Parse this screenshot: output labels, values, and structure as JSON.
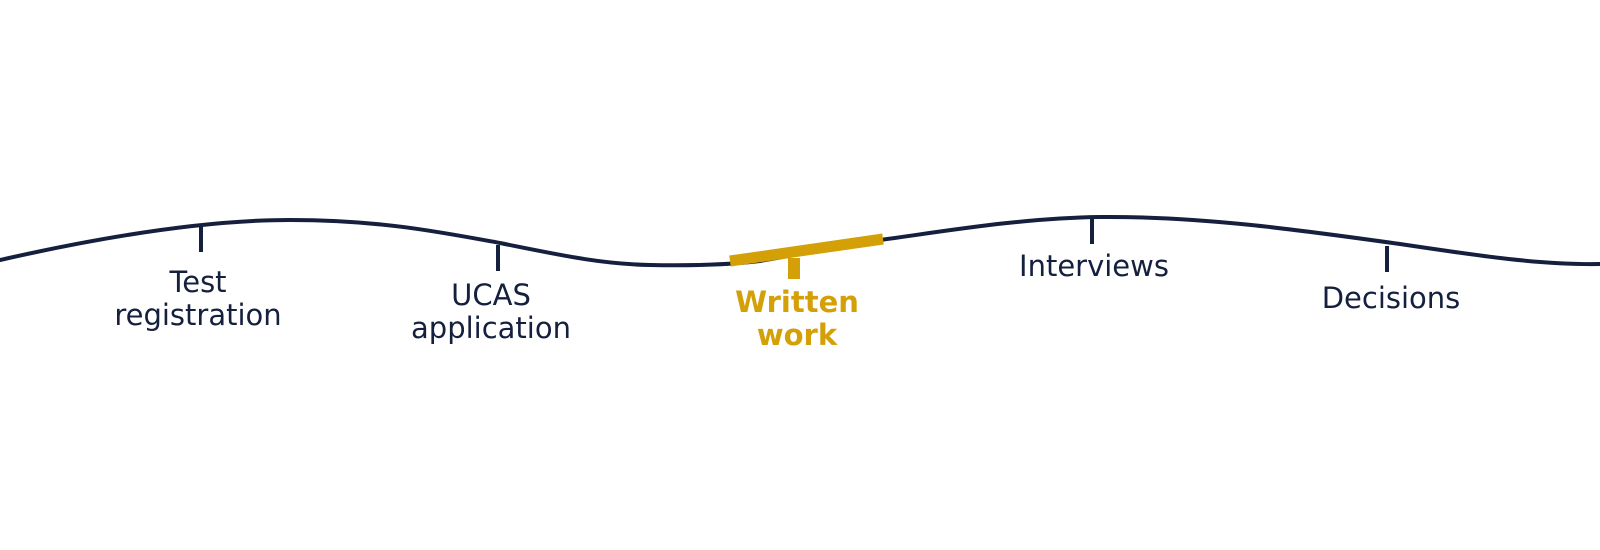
{
  "colors": {
    "line": "#14203d",
    "highlight": "#d4a007",
    "background": "#ffffff"
  },
  "stages": [
    {
      "id": "test-registration",
      "lines": [
        "Test",
        "registration"
      ],
      "active": false
    },
    {
      "id": "ucas-application",
      "lines": [
        "UCAS",
        "application"
      ],
      "active": false
    },
    {
      "id": "written-work",
      "lines": [
        "Written",
        "work"
      ],
      "active": true
    },
    {
      "id": "interviews",
      "lines": [
        "Interviews"
      ],
      "active": false
    },
    {
      "id": "decisions",
      "lines": [
        "Decisions"
      ],
      "active": false
    }
  ]
}
